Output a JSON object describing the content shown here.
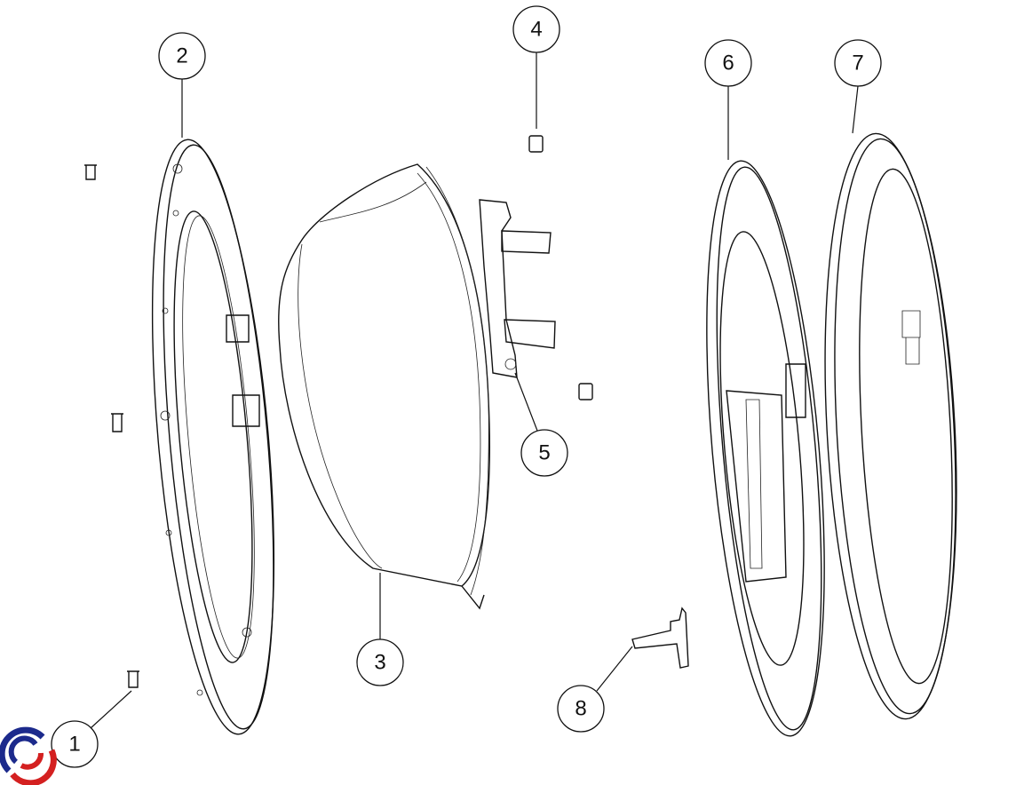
{
  "diagram": {
    "callouts": [
      {
        "id": "1",
        "label": "1"
      },
      {
        "id": "2",
        "label": "2"
      },
      {
        "id": "3",
        "label": "3"
      },
      {
        "id": "4",
        "label": "4"
      },
      {
        "id": "5",
        "label": "5"
      },
      {
        "id": "6",
        "label": "6"
      },
      {
        "id": "7",
        "label": "7"
      },
      {
        "id": "8",
        "label": "8"
      }
    ],
    "logo": {
      "colors": {
        "blue": "#1c2a8c",
        "red": "#d42020"
      }
    }
  }
}
